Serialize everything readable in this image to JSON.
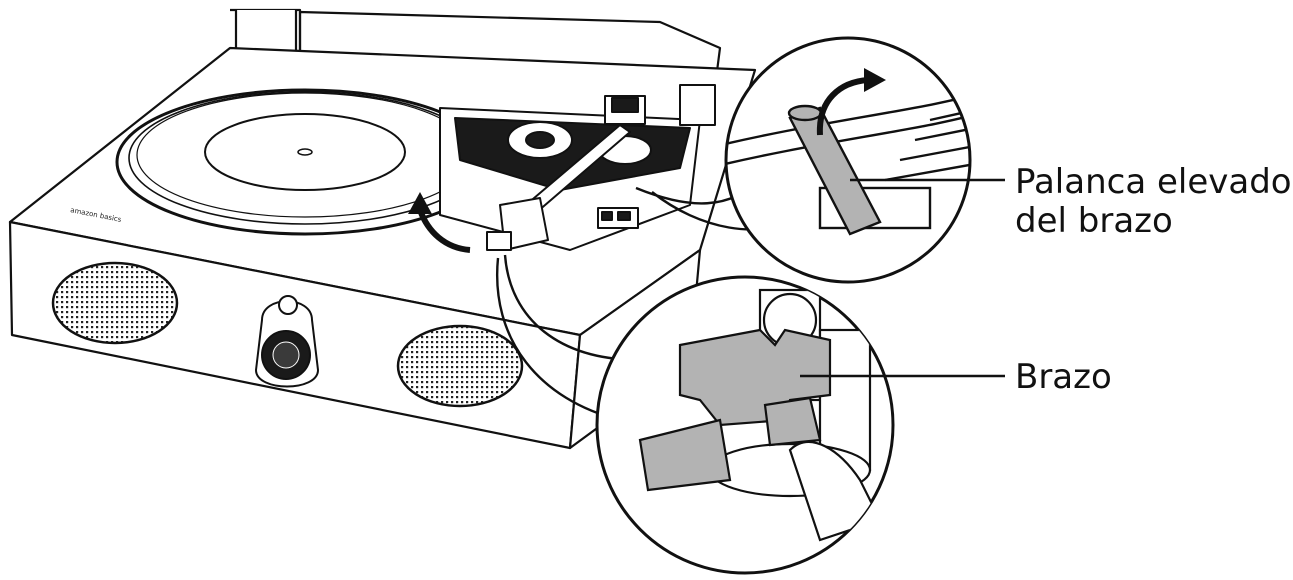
{
  "colors": {
    "line": "#111111",
    "gray": "#b3b3b3",
    "dark": "#1a1a1a",
    "paper": "#ffffff"
  },
  "callouts": [
    {
      "id": "lift-lever",
      "label_lines": [
        "Palanca elevadora",
        "del brazo"
      ]
    },
    {
      "id": "tonearm",
      "label_lines": [
        "Brazo"
      ]
    }
  ],
  "brand_text": "amazon basics",
  "icons": [
    "rotation-arrow-icon",
    "upward-arrow-icon"
  ]
}
